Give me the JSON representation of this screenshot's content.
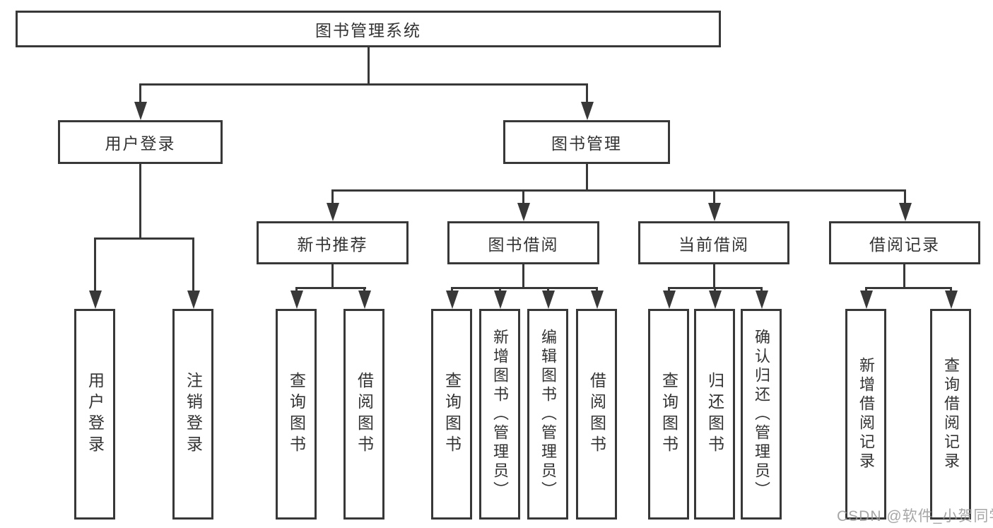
{
  "tree": {
    "label": "图书管理系统",
    "children": [
      {
        "label": "用户登录",
        "children": [
          {
            "label": "用户登录"
          },
          {
            "label": "注销登录"
          }
        ]
      },
      {
        "label": "图书管理",
        "children": [
          {
            "label": "新书推荐",
            "children": [
              {
                "label": "查询图书"
              },
              {
                "label": "借阅图书"
              }
            ]
          },
          {
            "label": "图书借阅",
            "children": [
              {
                "label": "查询图书"
              },
              {
                "label": "新增图书（管理员）"
              },
              {
                "label": "编辑图书（管理员）"
              },
              {
                "label": "借阅图书"
              }
            ]
          },
          {
            "label": "当前借阅",
            "children": [
              {
                "label": "查询图书"
              },
              {
                "label": "归还图书"
              },
              {
                "label": "确认归还（管理员）"
              }
            ]
          },
          {
            "label": "借阅记录",
            "children": [
              {
                "label": "新增借阅记录"
              },
              {
                "label": "查询借阅记录"
              }
            ]
          }
        ]
      }
    ]
  },
  "watermark": "CSDN @软件_小贺同学",
  "colors": {
    "line": "#383838",
    "box_fill": "#ffffff",
    "text": "#333333",
    "watermark_text": "#969696",
    "background": "#ffffff"
  }
}
